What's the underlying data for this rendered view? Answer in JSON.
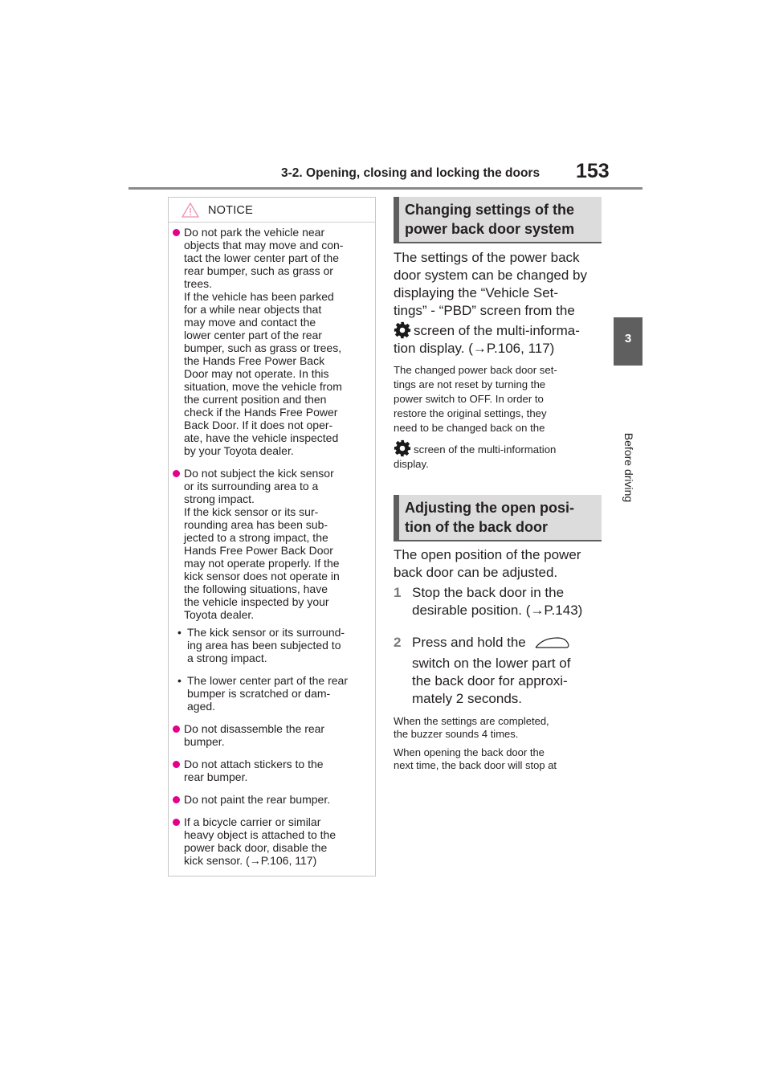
{
  "header": {
    "title": "3-2. Opening, closing and locking the doors",
    "page_number": "153"
  },
  "side_tab": {
    "number": "3",
    "label": "Before driving"
  },
  "notice": {
    "title": "NOTICE",
    "bullets": [
      {
        "lines": [
          "Do not park the vehicle near",
          "objects that may move and con-",
          "tact the lower center part of the",
          "rear bumper, such as grass or",
          "trees.",
          "If the vehicle has been parked",
          "for a while near objects that",
          "may move and contact the",
          "lower center part of the rear",
          "bumper, such as grass or trees,",
          "the Hands Free Power Back",
          "Door may not operate. In this",
          "situation, move the vehicle from",
          "the current position and then",
          "check if the Hands Free Power",
          "Back Door. If it does not oper-",
          "ate, have the vehicle inspected",
          "by your Toyota dealer."
        ]
      },
      {
        "lines": [
          "Do not subject the kick sensor",
          "or its surrounding area to a",
          "strong impact.",
          "If the kick sensor or its sur-",
          "rounding area has been sub-",
          "jected to a strong impact, the",
          "Hands Free Power Back Door",
          "may not operate properly. If the",
          "kick sensor does not operate in",
          "the following situations, have",
          "the vehicle inspected by your",
          "Toyota dealer."
        ]
      },
      {
        "lines": [
          "Do not disassemble the rear",
          "bumper."
        ]
      },
      {
        "lines": [
          "Do not attach stickers to the",
          "rear bumper."
        ]
      },
      {
        "lines": [
          "Do not paint the rear bumper."
        ]
      },
      {
        "lines": [
          "If a bicycle carrier or similar",
          "heavy object is attached to the",
          "power back door, disable the",
          "kick sensor. (→P.106, 117)"
        ]
      }
    ],
    "sub_items": [
      {
        "marker": "•",
        "lines": [
          "The kick sensor or its surround-",
          "ing area has been subjected to",
          "a strong impact."
        ]
      },
      {
        "marker": "•",
        "lines": [
          "The lower center part of the rear",
          "bumper is scratched or dam-",
          "aged."
        ]
      }
    ]
  },
  "section1": {
    "heading_lines": [
      "Changing settings of the",
      "power back door system"
    ],
    "para_lines": [
      "The settings of the power back",
      "door system can be changed by",
      "displaying the “Vehicle Set-",
      "tings” - “PBD” screen from the"
    ],
    "para_icon_line": "screen of the multi-informa-",
    "para_last_line": "tion display. (→P.106, 117)",
    "note_lines": [
      "The changed power back door set-",
      "tings are not reset by turning the",
      "power switch to OFF. In order to",
      "restore the original settings, they",
      "need to be changed back on the"
    ],
    "note_icon_line": "screen of the multi-information",
    "note_last_line": "display."
  },
  "section2": {
    "heading_lines": [
      "Adjusting the open posi-",
      "tion of the back door"
    ],
    "para_lines": [
      "The open position of the power",
      "back door can be adjusted."
    ],
    "steps": [
      {
        "num": "1",
        "lines": [
          "Stop the back door in the",
          "desirable position. (→P.143)"
        ]
      },
      {
        "num": "2",
        "first_line": "Press and hold the",
        "lines": [
          "switch on the lower part of",
          "the back door for approxi-",
          "mately 2 seconds."
        ]
      }
    ],
    "note1_lines": [
      "When the settings are completed,",
      "the buzzer sounds 4 times."
    ],
    "note2_lines": [
      "When opening the back door the",
      "next time, the back door will stop at"
    ]
  },
  "colors": {
    "bullet": "#e4008b",
    "tab": "#5f5f5f",
    "heading_bg": "#dcdcdc"
  },
  "icons": [
    "warning-triangle-icon",
    "gear-settings-icon",
    "back-door-switch-icon"
  ]
}
